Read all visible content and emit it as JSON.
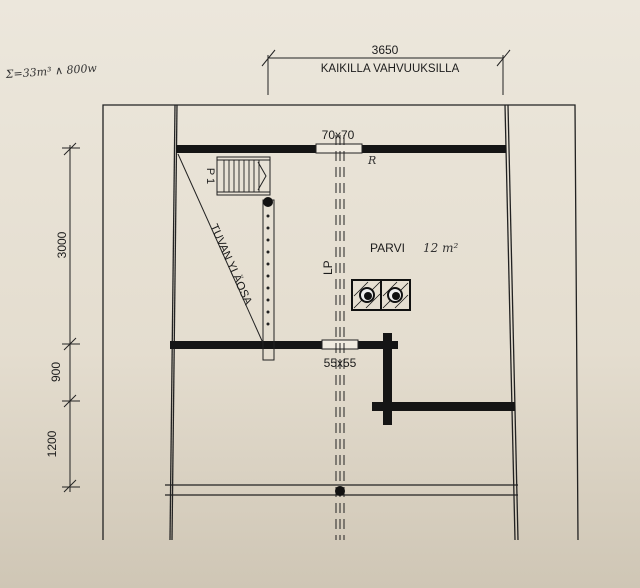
{
  "note_handwritten": "Σ=33m³ ∧ 800w",
  "dimension_top": {
    "value": "3650",
    "label": "KAIKILLA VAHVUUKSILLA"
  },
  "dimensions_left": [
    "3000",
    "900",
    "1200"
  ],
  "openings": [
    "70x70",
    "55x55"
  ],
  "room": {
    "name": "PARVI",
    "area_handwritten": "12 m²"
  },
  "labels": {
    "stair": "P 1",
    "void": "TUVAN YLÄOSA",
    "centerline": "LP",
    "mark": "R"
  }
}
